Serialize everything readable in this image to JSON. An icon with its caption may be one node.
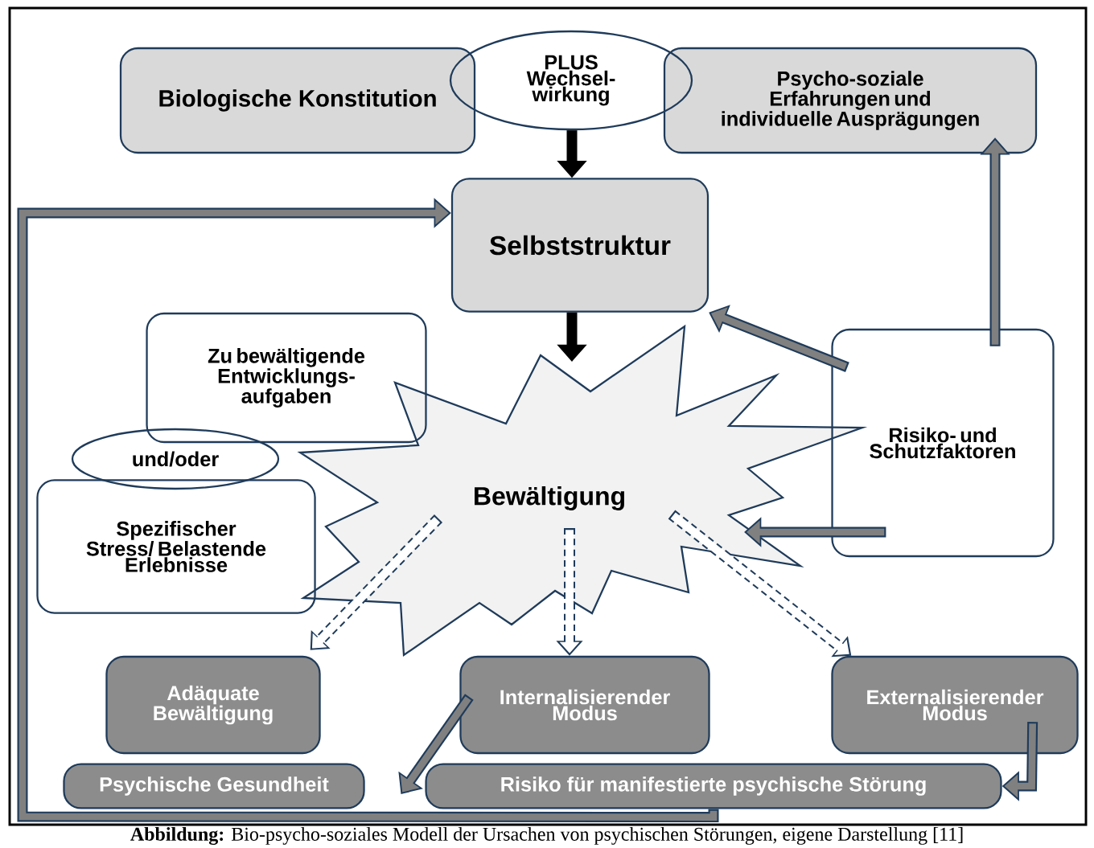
{
  "diagram": {
    "caption": "**Abbildung:** Bio-psycho-soziales Modell der Ursachen von psychischen Störungen, eigene Darstellung [11]",
    "nodes": [
      {
        "text": [
          "Biologische Konstitution"
        ]
      },
      {
        "text": [
          "PLUS Wechsel- wirkung"
        ]
      },
      {
        "text": [
          "Psycho-soziale Erfahrungen und individuelle Ausprägungen"
        ]
      },
      {
        "text": [
          "Selbststruktur"
        ]
      },
      {
        "text": [
          "Zu bewältigende Entwicklungs- aufgaben"
        ]
      },
      {
        "text": [
          "und/oder"
        ]
      },
      {
        "text": [
          "Spezifischer Stress/ Belastende Erlebnisse"
        ]
      },
      {
        "text": [
          "Bewältigung"
        ]
      },
      {
        "text": [
          "Risiko- und Schutzfaktoren"
        ]
      },
      {
        "text": [
          "Adäquate Bewältigung"
        ]
      },
      {
        "text": [
          "Internalisierender Modus"
        ]
      },
      {
        "text": [
          "Externalisierender Modus"
        ]
      },
      {
        "text": [
          "Psychische Gesundheit"
        ]
      },
      {
        "text": [
          "Risiko für manifestierte psychische Störung"
        ]
      }
    ],
    "edges": [
      {
        "from": 1,
        "to": 3,
        "arrow": "to",
        "color": "#000000"
      },
      {
        "from": 3,
        "to": 7,
        "arrow": "to",
        "color": "#000000"
      },
      {
        "from": 8,
        "to": 3,
        "arrow": "to"
      },
      {
        "from": 8,
        "to": 2,
        "arrow": "to"
      },
      {
        "from": 8,
        "to": 7,
        "arrow": "to"
      },
      {
        "from": 7,
        "to": 9,
        "arrow": "to",
        "style": "dashed"
      },
      {
        "from": 7,
        "to": 10,
        "arrow": "to",
        "style": "dashed"
      },
      {
        "from": 7,
        "to": 11,
        "arrow": "to",
        "style": "dashed"
      },
      {
        "from": 10,
        "to": 13,
        "arrow": "to"
      },
      {
        "from": 11,
        "to": 13,
        "arrow": "to"
      },
      {
        "from": 13,
        "to": 3,
        "arrow": "to"
      }
    ]
  }
}
